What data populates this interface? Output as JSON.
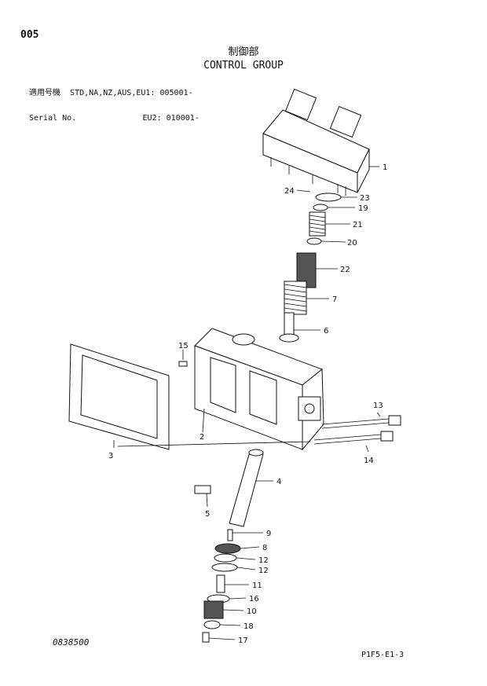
{
  "header": {
    "page_number": "005",
    "title_jp": "制御部",
    "title_en": "CONTROL GROUP",
    "applicable_label": "適用号機",
    "applicable_models": "STD,NA,NZ,AUS,EU1:",
    "applicable_serial": "005001-",
    "serial_label": "Serial No.",
    "eu2_label": "EU2:",
    "eu2_serial": "010001-"
  },
  "footer": {
    "drawing_number": "0838500",
    "page_code": "P1F5-E1-3"
  },
  "callouts": [
    "1",
    "2",
    "3",
    "4",
    "5",
    "6",
    "7",
    "8",
    "9",
    "10",
    "11",
    "12",
    "12",
    "13",
    "14",
    "15",
    "16",
    "17",
    "18",
    "19",
    "20",
    "21",
    "22",
    "23",
    "24"
  ],
  "colors": {
    "ink": "#111111",
    "paper": "#ffffff"
  }
}
